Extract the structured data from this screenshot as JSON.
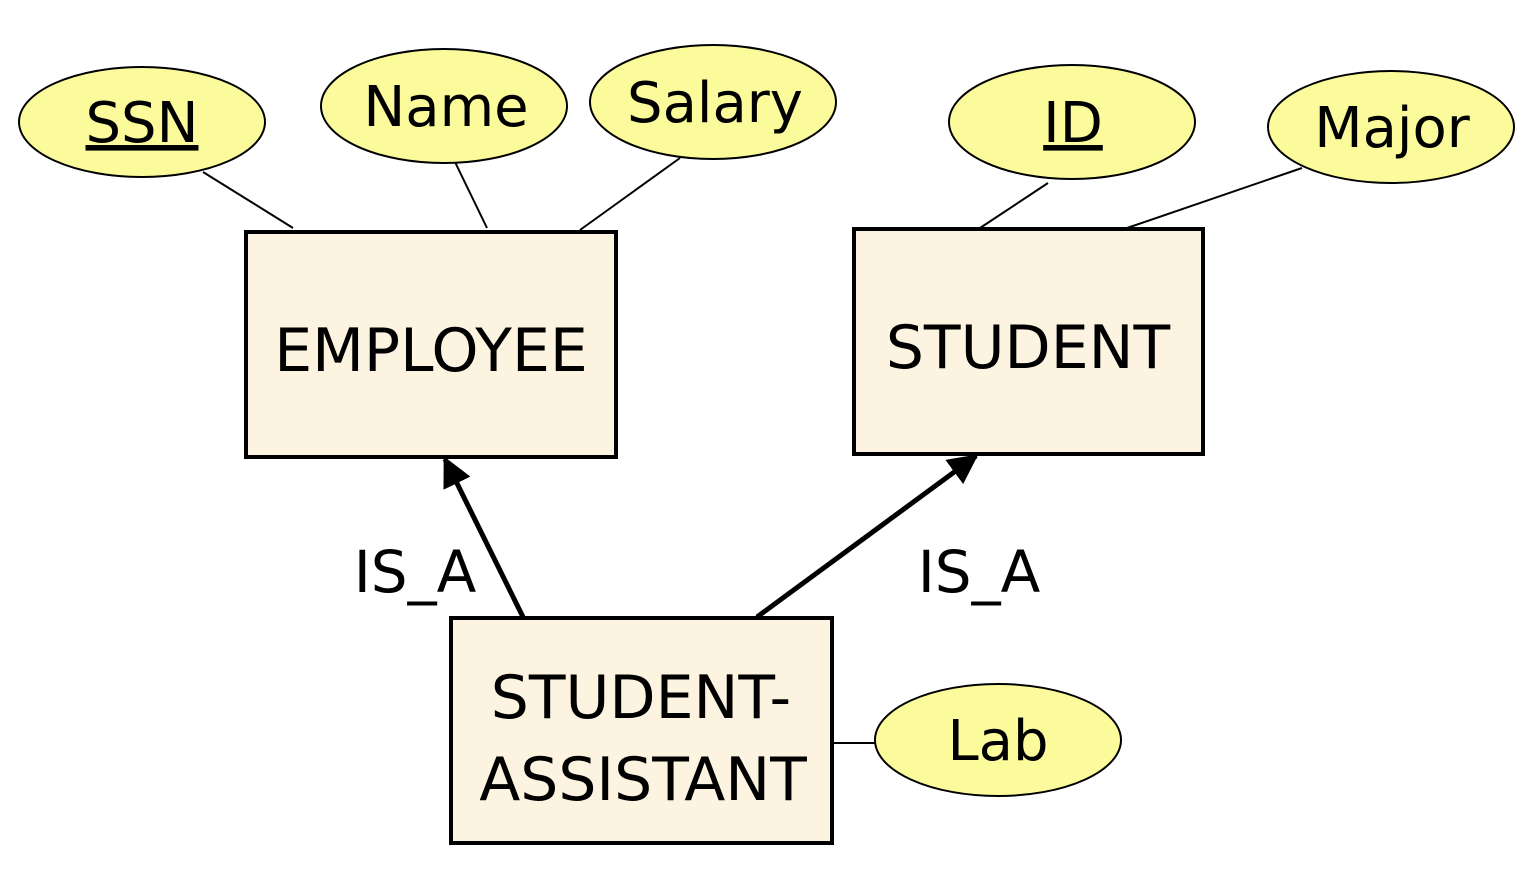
{
  "colors": {
    "entity_fill": "#fdf3e1",
    "attribute_fill": "#fbfb9c",
    "stroke": "#000000"
  },
  "entities": {
    "employee": {
      "label": "EMPLOYEE"
    },
    "student": {
      "label": "STUDENT"
    },
    "student_assistant": {
      "label_line1": "STUDENT-",
      "label_line2": "ASSISTANT"
    }
  },
  "attributes": {
    "ssn": {
      "label": "SSN",
      "key": true
    },
    "name": {
      "label": "Name",
      "key": false
    },
    "salary": {
      "label": "Salary",
      "key": false
    },
    "id": {
      "label": "ID",
      "key": true
    },
    "major": {
      "label": "Major",
      "key": false
    },
    "lab": {
      "label": "Lab",
      "key": false
    }
  },
  "relationships": {
    "isa_employee": {
      "label": "IS_A"
    },
    "isa_student": {
      "label": "IS_A"
    }
  }
}
